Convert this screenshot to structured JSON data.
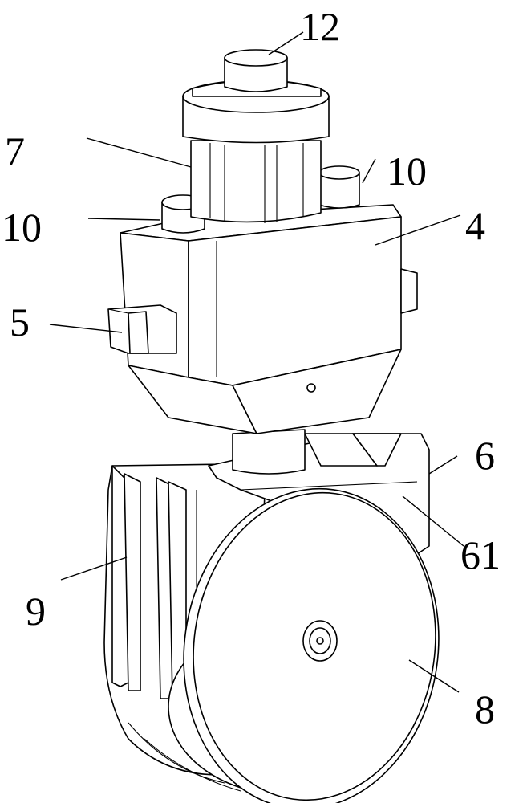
{
  "callouts": {
    "c12": "12",
    "c7": "7",
    "c10_right": "10",
    "c10_left": "10",
    "c4": "4",
    "c5": "5",
    "c6": "6",
    "c61": "61",
    "c9": "9",
    "c8": "8"
  },
  "colors": {
    "line": "#000000",
    "background": "#ffffff"
  }
}
